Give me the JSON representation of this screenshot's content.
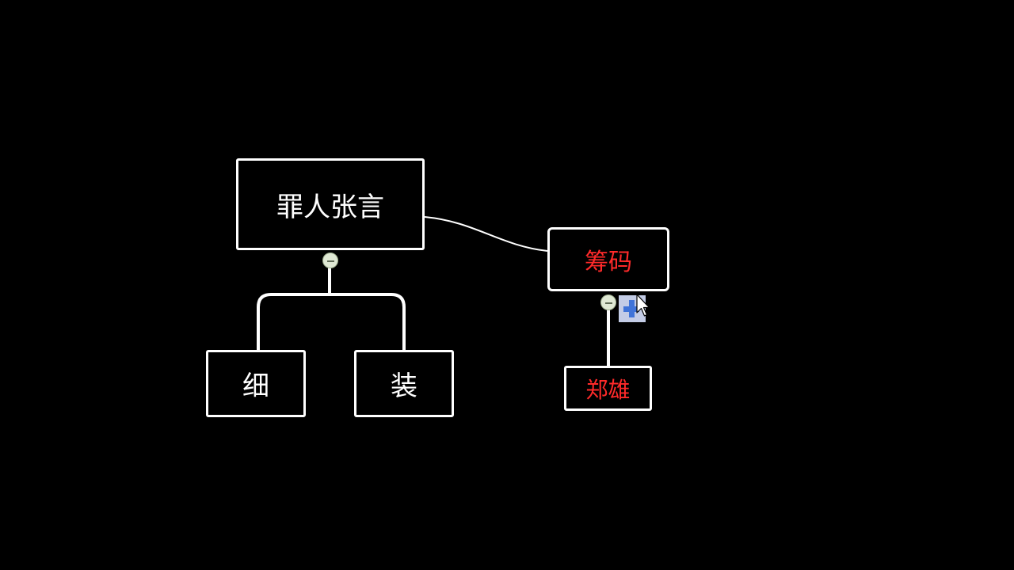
{
  "nodes": {
    "root": "罪人张言",
    "child_xi": "细",
    "child_zhuang": "装",
    "chouma": "筹码",
    "zhengxiong": "郑雄"
  },
  "colors": {
    "background": "#000000",
    "stroke": "#ffffff",
    "highlight_text": "#ff2a2a",
    "add_button_fill": "#c3cce6",
    "add_button_plus": "#3f73d8",
    "toggle_fill": "#dfe8d4"
  },
  "icons": {
    "collapse_toggle": "collapse-toggle-icon",
    "add_child": "add-child-icon",
    "cursor": "mouse-cursor-icon"
  }
}
